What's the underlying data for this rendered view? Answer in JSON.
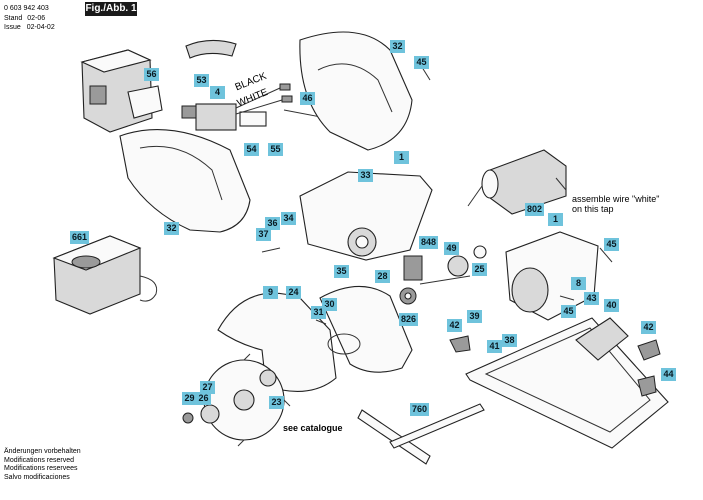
{
  "header": {
    "doc_number": "0 603 942 403",
    "stand_label": "Stand",
    "stand_value": "02-06",
    "issue_label": "Issue",
    "issue_value": "02-04-02"
  },
  "figure_label": "Fig./Abb. 1",
  "labels": {
    "p56": "56",
    "p53": "53",
    "p4": "4",
    "p54": "54",
    "p55": "55",
    "p46": "46",
    "p32a": "32",
    "p45a": "45",
    "p32b": "32",
    "p33": "33",
    "p1a": "1",
    "p36": "36",
    "p34": "34",
    "p37": "37",
    "p661": "661",
    "p802": "802",
    "p1b": "1",
    "p45b": "45",
    "p848": "848",
    "p49": "49",
    "p25": "25",
    "p35": "35",
    "p28": "28",
    "p8": "8",
    "p9": "9",
    "p24": "24",
    "p30": "30",
    "p31": "31",
    "p826": "826",
    "p43": "43",
    "p45c": "45",
    "p40": "40",
    "p39": "39",
    "p42a": "42",
    "p42b": "42",
    "p41": "41",
    "p38": "38",
    "p27": "27",
    "p29": "29",
    "p26": "26",
    "p23": "23",
    "p760": "760",
    "p44": "44"
  },
  "wire_labels": {
    "black": "BLACK",
    "white": "WHITE"
  },
  "notes": {
    "assemble_line1": "assemble wire \"white\"",
    "assemble_line2": "on this tap",
    "see_catalogue": "see catalogue"
  },
  "footer": [
    "Änderungen vorbehalten",
    "Modifications reserved",
    "Modifications reservees",
    "Salvo modificaciones"
  ]
}
